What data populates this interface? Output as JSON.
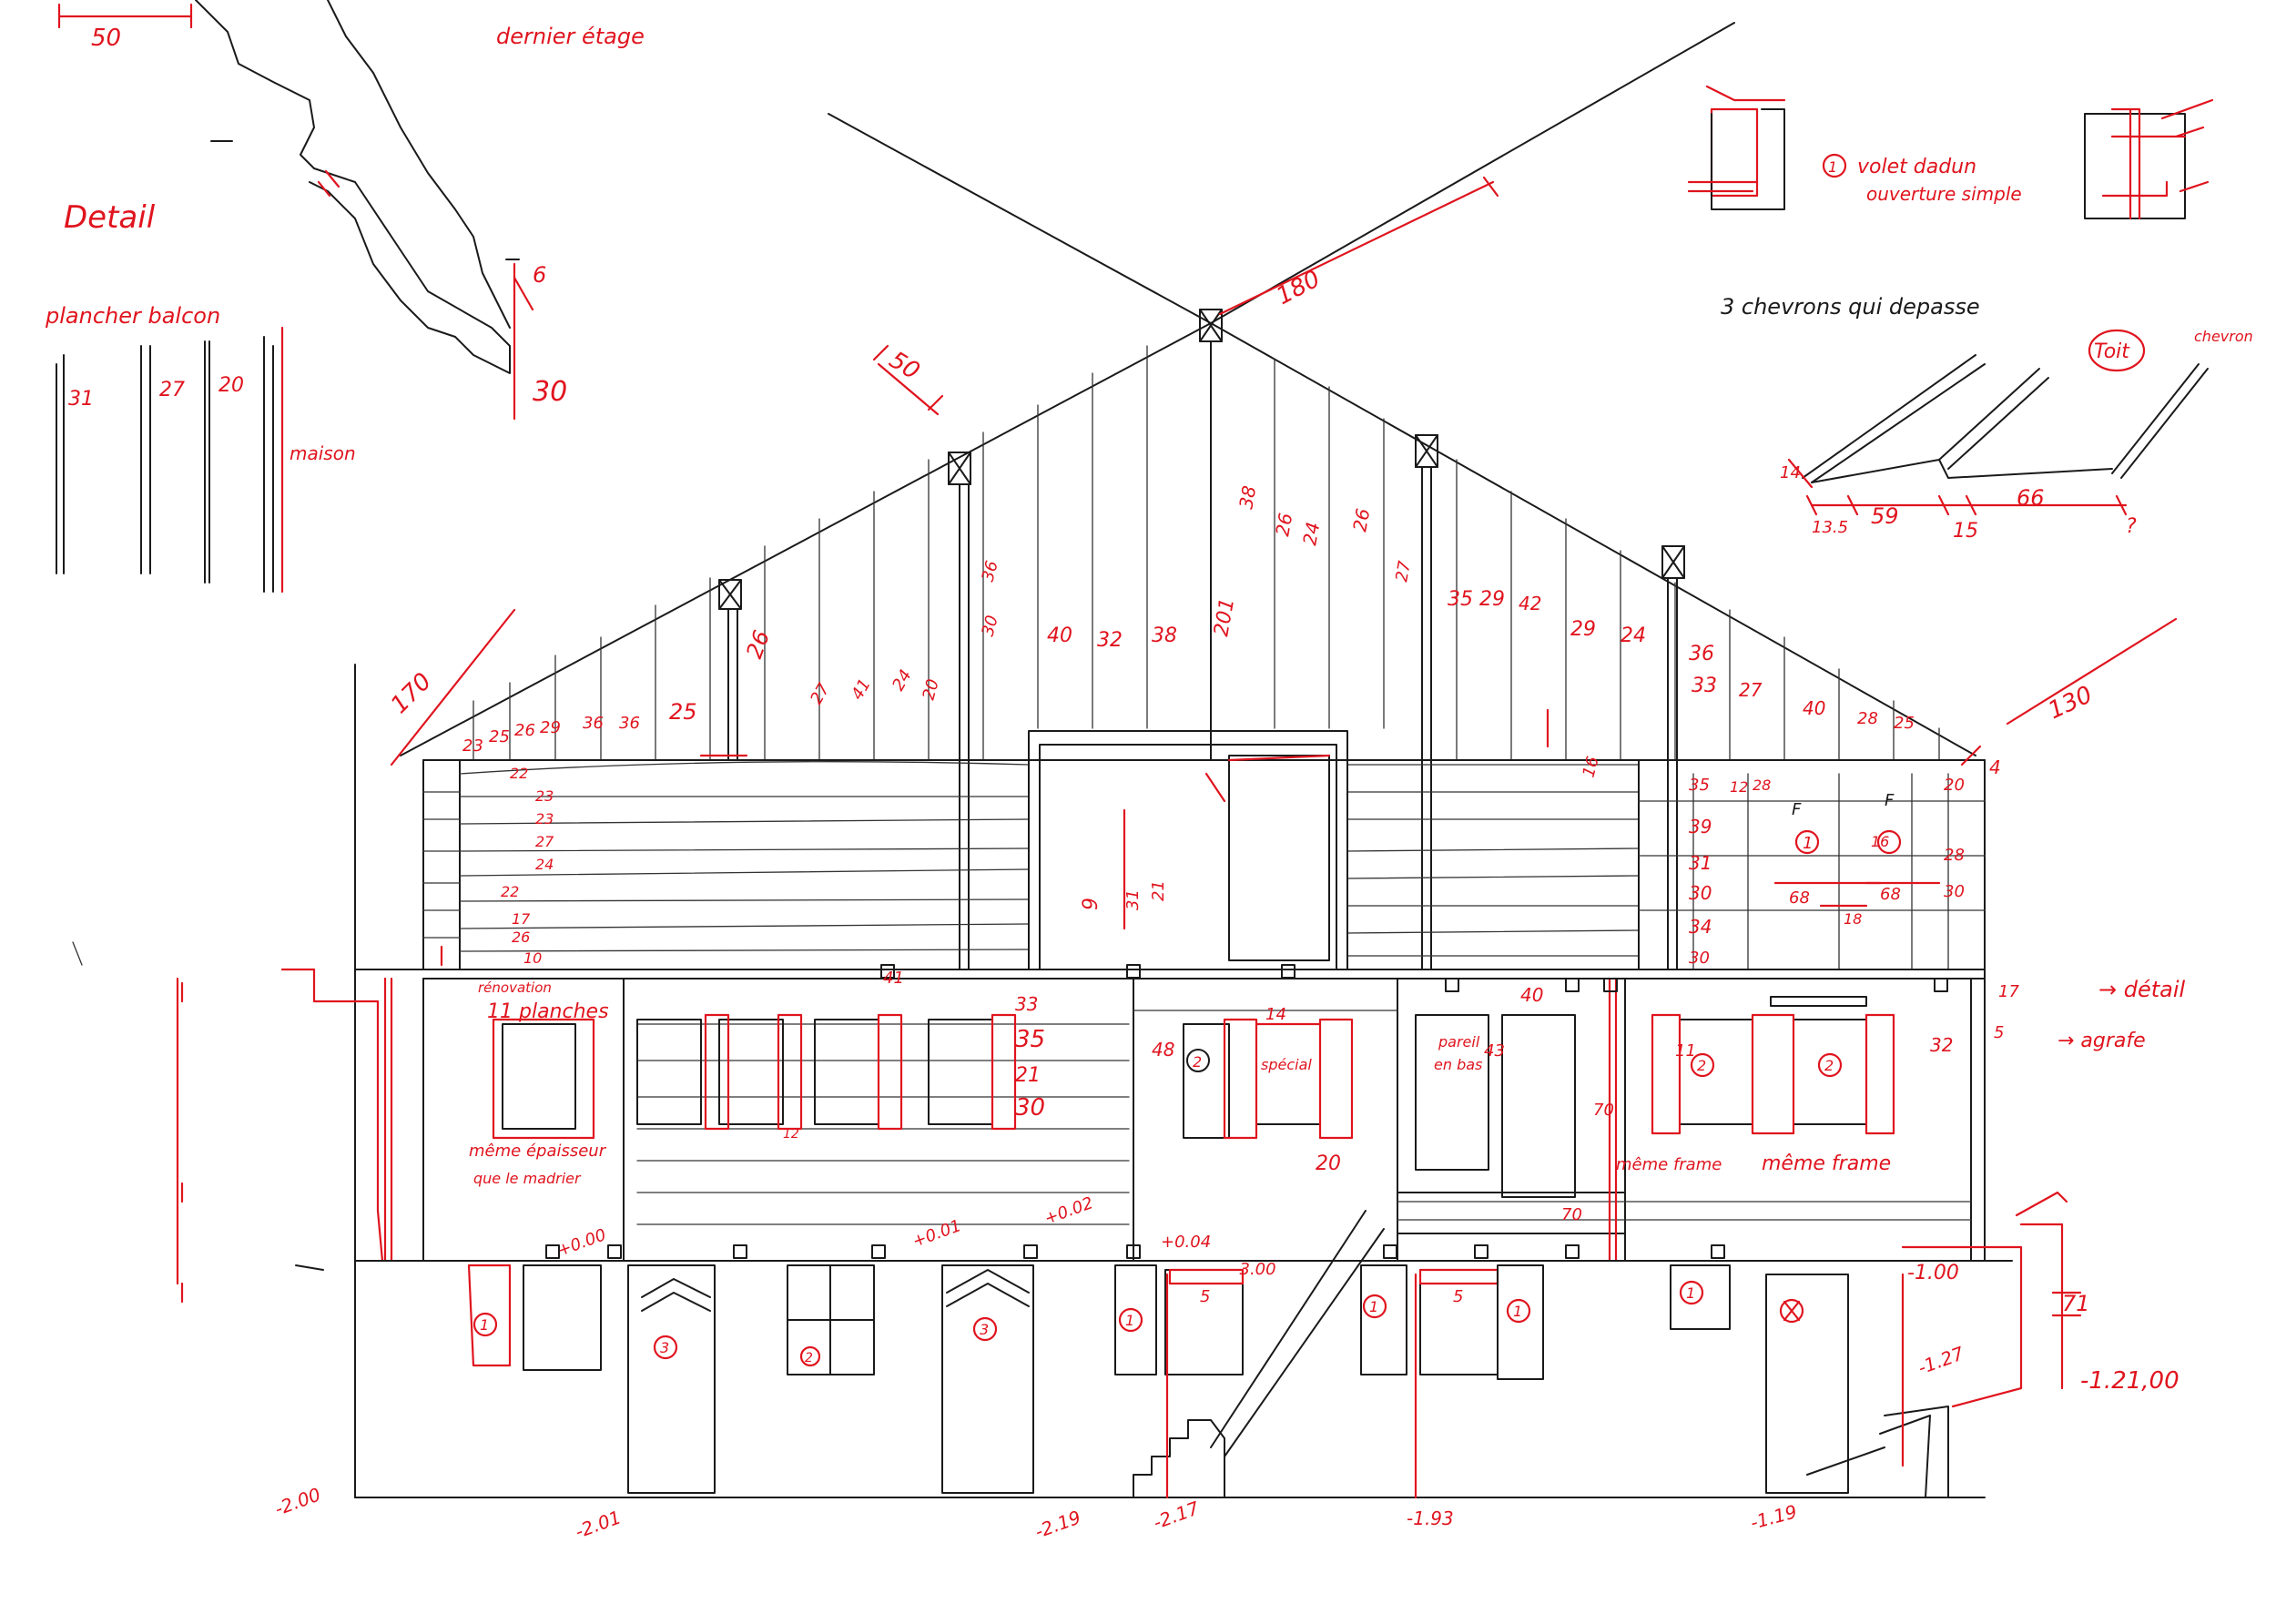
{
  "annotations": {
    "top_dim": "50",
    "dernier_etage": "dernier étage",
    "detail_title": "Detail",
    "plancher_balcon": "plancher balcon",
    "board_widths": [
      "31",
      "27",
      "20"
    ],
    "maison": "maison",
    "gutter_dims": [
      "6",
      "30"
    ],
    "gable_left_dim": "50",
    "ridge_dim": "180",
    "eave_left_dim": "170",
    "eave_right_dim": "130",
    "volet_note_1": "volet dadun",
    "volet_note_2": "ouverture simple",
    "volet_marker": "1",
    "chevrons_note": "3 chevrons qui depasse",
    "toit_label": "Toit",
    "chevron_label": "chevron",
    "chevron_dims": [
      "14",
      "13.5",
      "59",
      "15",
      "66",
      "?"
    ],
    "renovation_note_1": "rénovation",
    "renovation_note_2": "11 planches",
    "meme_epaisseur_1": "même épaisseur",
    "meme_epaisseur_2": "que le madrier",
    "pareil_note_1": "pareil",
    "pareil_note_2": "en bas",
    "special_note": "spécial",
    "meme_frame_1": "même frame",
    "meme_frame_2": "même frame",
    "detail_right": "→ détail",
    "agrafe_right": "→ agrafe",
    "gable_board_widths": [
      "23",
      "25",
      "26",
      "29",
      "36",
      "36",
      "25",
      "26",
      "27",
      "41",
      "24",
      "20",
      "36",
      "30",
      "40",
      "32",
      "38",
      "201",
      "38",
      "26",
      "24",
      "26",
      "27",
      "35",
      "29",
      "42",
      "29",
      "24",
      "36",
      "33",
      "27",
      "40",
      "28",
      "25"
    ],
    "upper_wall_dims": [
      "22",
      "23",
      "23",
      "27",
      "24",
      "22",
      "17",
      "26",
      "10",
      "31",
      "21",
      "9",
      "35",
      "39",
      "31",
      "30",
      "34",
      "30",
      "12",
      "28",
      "20",
      "16",
      "28",
      "30",
      "68",
      "68",
      "18",
      "16",
      "4"
    ],
    "mid_wall_dims": [
      "33",
      "35",
      "21",
      "30",
      "41",
      "48",
      "40",
      "43",
      "32",
      "11",
      "17",
      "5",
      "14",
      "20",
      "70",
      "70",
      "12"
    ],
    "levels": [
      "-2.00",
      "-2.01",
      "-2.19",
      "-2.17",
      "-1.93",
      "-1.19",
      "-1.27",
      "-1.00",
      "-3.00",
      "+0.04",
      "+0.02",
      "+0.01",
      "+0.00",
      "-1.21,00",
      "71"
    ],
    "door_markers": [
      "1",
      "3",
      "3",
      "1",
      "5",
      "1",
      "5",
      "1",
      "1",
      "2",
      "2",
      "2",
      "2"
    ]
  },
  "colors": {
    "pencil": "#1a1a1a",
    "red_annotation": "#e0141e",
    "paper": "#ffffff"
  }
}
